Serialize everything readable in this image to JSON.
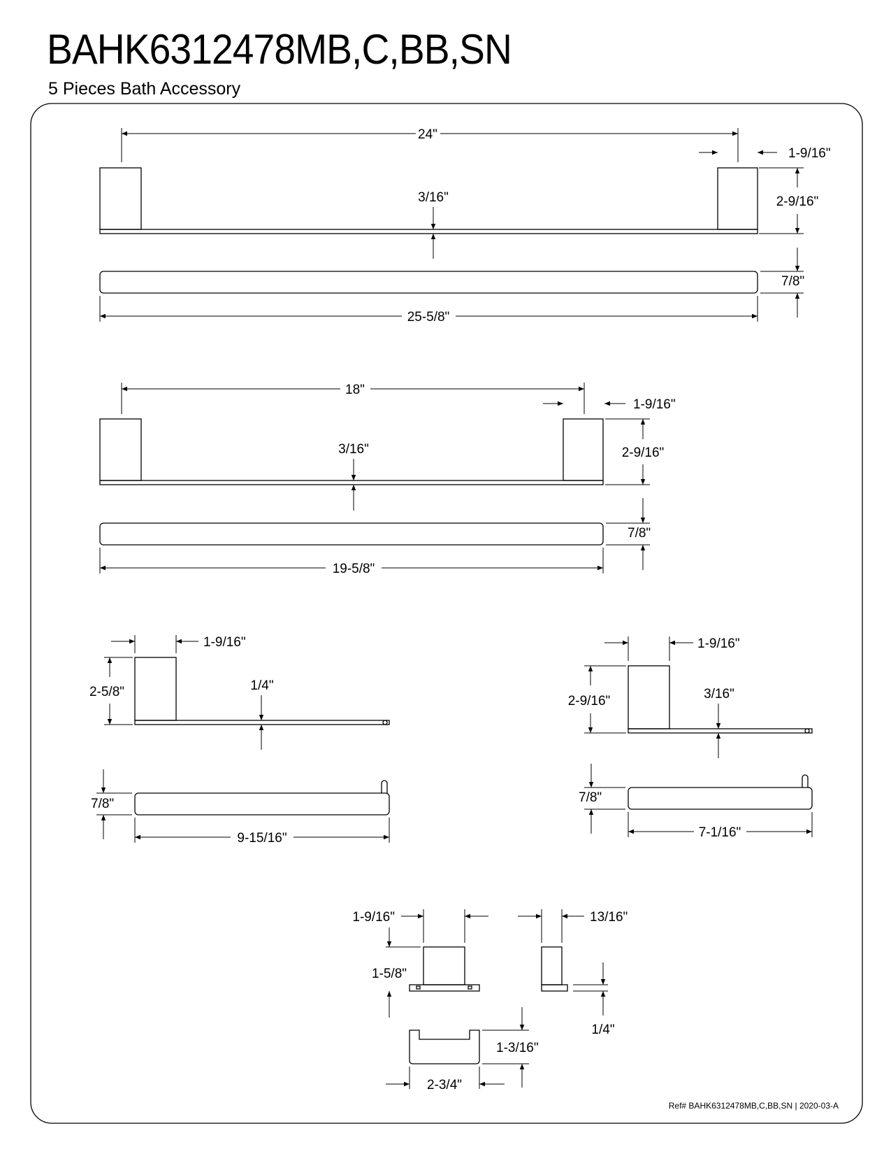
{
  "header": {
    "title": "BAHK6312478MB,C,BB,SN",
    "subtitle": "5 Pieces Bath Accessory"
  },
  "towel_bar_24": {
    "length": "24\"",
    "post_width": "1-9/16\"",
    "height": "2-9/16\"",
    "bar_thickness": "3/16\"",
    "depth": "7/8\"",
    "overall_length": "25-5/8\""
  },
  "towel_bar_18": {
    "length": "18\"",
    "post_width": "1-9/16\"",
    "height": "2-9/16\"",
    "bar_thickness": "3/16\"",
    "depth": "7/8\"",
    "overall_length": "19-5/8\""
  },
  "towel_holder": {
    "post_width": "1-9/16\"",
    "height": "2-5/8\"",
    "bar_thickness": "1/4\"",
    "depth": "7/8\"",
    "length": "9-15/16\""
  },
  "paper_holder": {
    "post_width": "1-9/16\"",
    "height": "2-9/16\"",
    "bar_thickness": "3/16\"",
    "depth": "7/8\"",
    "length": "7-1/16\""
  },
  "robe_hook": {
    "width": "1-9/16\"",
    "height": "1-5/8\"",
    "side_width": "13/16\"",
    "base_thickness": "1/4\"",
    "top_height": "1-3/16\"",
    "top_length": "2-3/4\""
  },
  "footer": {
    "reference": "Ref# BAHK6312478MB,C,BB,SN | 2020-03-A"
  }
}
